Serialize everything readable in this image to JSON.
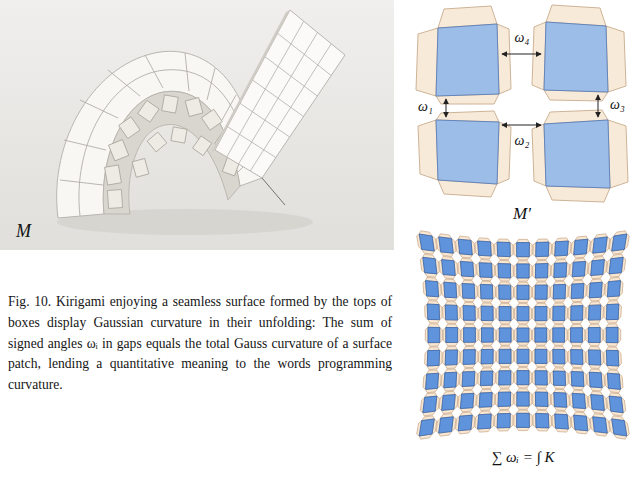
{
  "diagram": {
    "caption": "Fig. 10. Kirigami enjoying a seamless surface formed by the tops of boxes display Gaussian curvature in their unfolding: The sum of signed angles ωᵢ in gaps equals the total Gauss curvature of a surface patch, lending a quantitative meaning to the words programming curvature.",
    "labels": [
      "M",
      "ω₄",
      "ω₁",
      "ω₃",
      "ω₂",
      "M′",
      "∑ ωᵢ = ∫ K"
    ]
  }
}
